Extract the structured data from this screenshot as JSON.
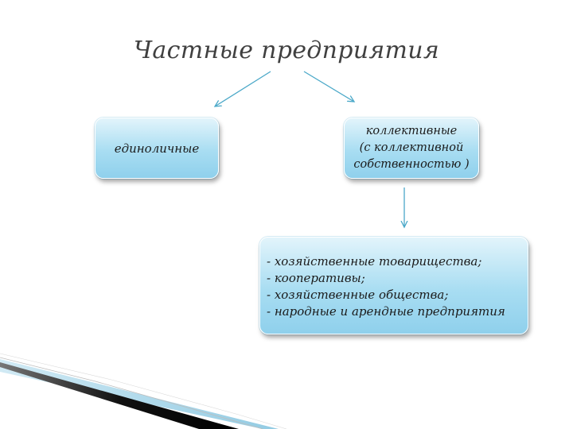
{
  "diagram": {
    "title": "Частные предприятия",
    "nodes": {
      "single": {
        "label": "единоличные"
      },
      "collective": {
        "lines": [
          "коллективные",
          "(с коллективной",
          "собственностью )"
        ]
      },
      "forms": {
        "items": [
          "- хозяйственные товарищества;",
          "- кооперативы;",
          "- хозяйственные общества;",
          "- народные и арендные предприятия"
        ]
      }
    },
    "colors": {
      "arrow": "#4aa8c8",
      "box_fill_top": "#e2f4fb",
      "box_fill_bottom": "#8fd0ec",
      "title_text": "#404040",
      "wedge_dark": "#111111",
      "wedge_light": "#9ecfe3"
    }
  }
}
